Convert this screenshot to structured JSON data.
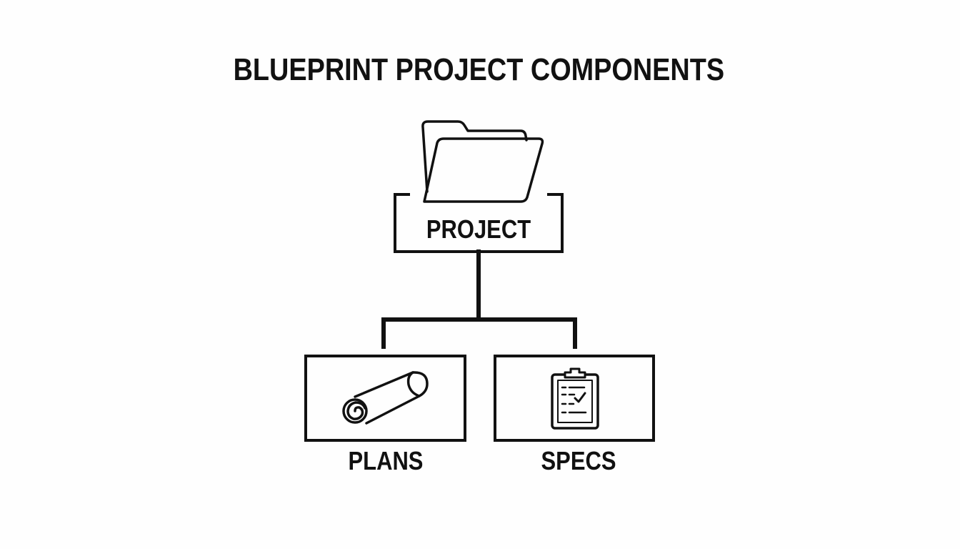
{
  "diagram": {
    "title": "BLUEPRINT PROJECT COMPONENTS",
    "root": {
      "label": "PROJECT",
      "icon": "folder-icon"
    },
    "children": [
      {
        "label": "PLANS",
        "icon": "rolled-plans-icon"
      },
      {
        "label": "SPECS",
        "icon": "clipboard-checklist-icon"
      }
    ],
    "colors": {
      "stroke": "#111111",
      "background": "#ffffff"
    }
  }
}
